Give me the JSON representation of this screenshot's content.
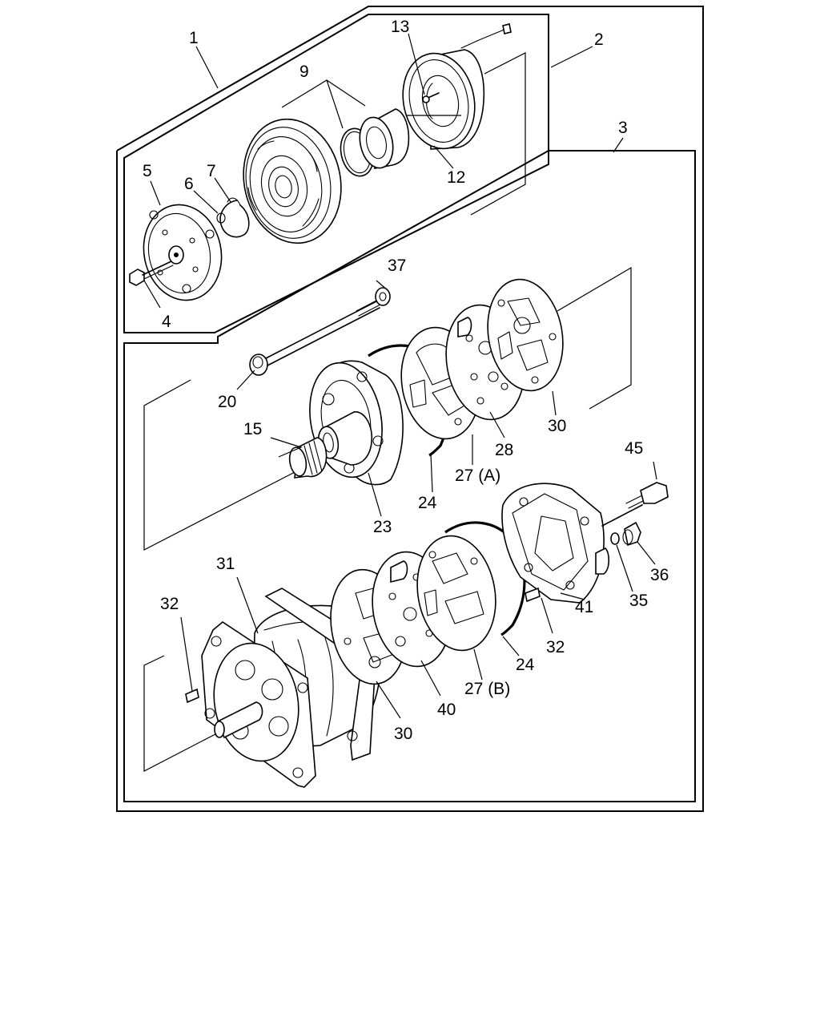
{
  "labels": {
    "l1": "1",
    "l2": "2",
    "l3": "3",
    "l4": "4",
    "l5": "5",
    "l6": "6",
    "l7": "7",
    "l9": "9",
    "l12": "12",
    "l13": "13",
    "l15": "15",
    "l20": "20",
    "l23": "23",
    "l24a": "24",
    "l24b": "24",
    "l27a": "27 (A)",
    "l27b": "27 (B)",
    "l28": "28",
    "l30a": "30",
    "l30b": "30",
    "l31": "31",
    "l32a": "32",
    "l32b": "32",
    "l35": "35",
    "l36": "36",
    "l37": "37",
    "l40": "40",
    "l41": "41",
    "l45": "45"
  }
}
